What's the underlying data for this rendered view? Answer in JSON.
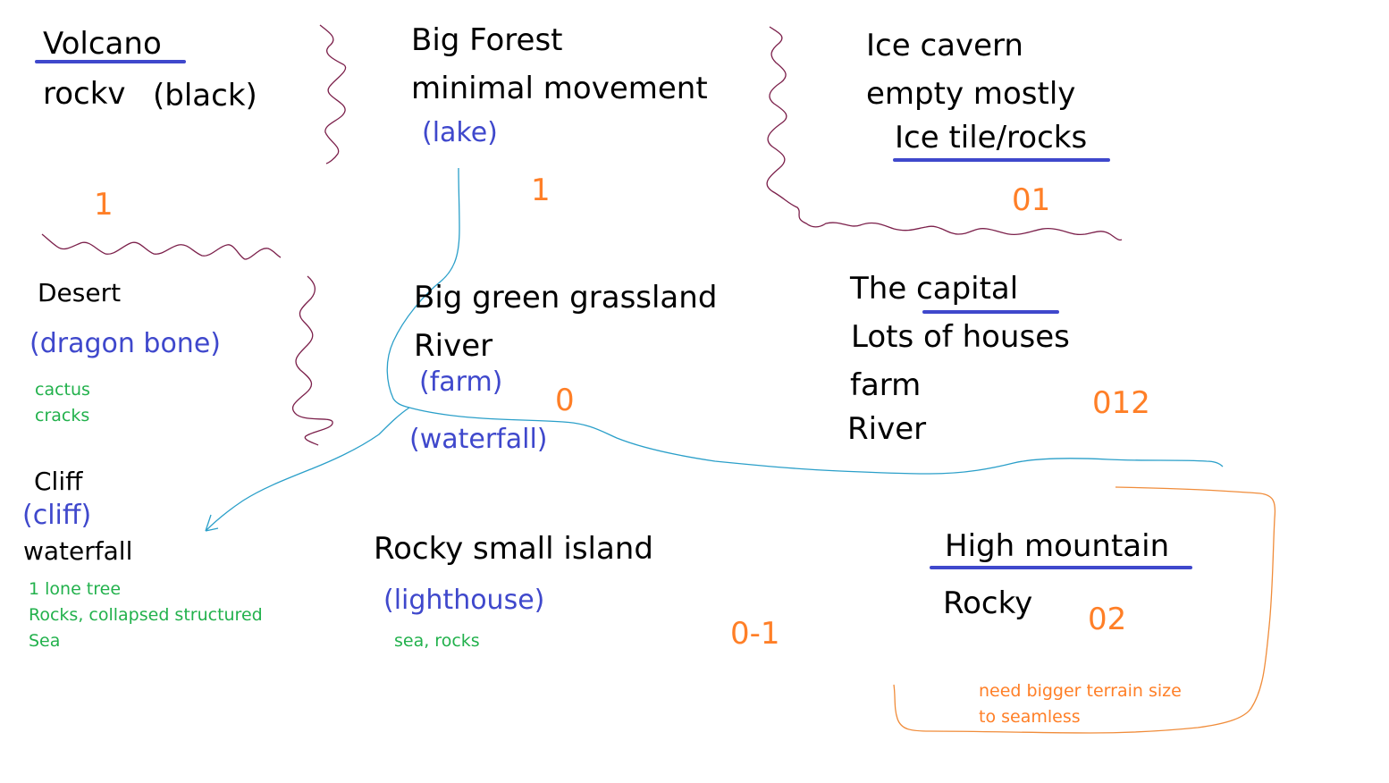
{
  "regions": {
    "volcano": {
      "title": "Volcano",
      "desc": "rockv",
      "tag": "(black)",
      "level": "1"
    },
    "big_forest": {
      "title": "Big Forest",
      "desc": "minimal movement",
      "tag": "(lake)",
      "level": "1"
    },
    "ice_cavern": {
      "title": "Ice cavern",
      "desc": "empty mostly",
      "detail": "Ice tile/rocks",
      "level": "01"
    },
    "desert": {
      "title": "Desert",
      "tag": "(dragon bone)",
      "notes": [
        "cactus",
        "cracks"
      ]
    },
    "grassland": {
      "title": "Big green grassland",
      "desc": "River",
      "tag": "(farm)",
      "tag2": "(waterfall)",
      "level": "0"
    },
    "capital": {
      "title": "The capital",
      "lines": [
        "Lots of houses",
        "farm",
        "River"
      ],
      "level": "012"
    },
    "cliff": {
      "title": "Cliff",
      "tag": "(cliff)",
      "desc": "waterfall",
      "notes": [
        "1 lone tree",
        "Rocks, collapsed structured",
        "Sea"
      ]
    },
    "island": {
      "title": "Rocky small island",
      "tag": "(lighthouse)",
      "notes": [
        "sea, rocks"
      ],
      "level": "0-1"
    },
    "mountain": {
      "title": "High mountain",
      "desc": "Rocky",
      "level": "02",
      "notes": [
        "need bigger terrain size",
        "to seamless"
      ]
    }
  },
  "colors": {
    "text": "#000000",
    "annotation_blue": "#3f48cc",
    "note_green": "#22b14c",
    "level_orange": "#ff7f27",
    "border_maroon": "#7b1f4a",
    "river": "#2a9fc9"
  }
}
